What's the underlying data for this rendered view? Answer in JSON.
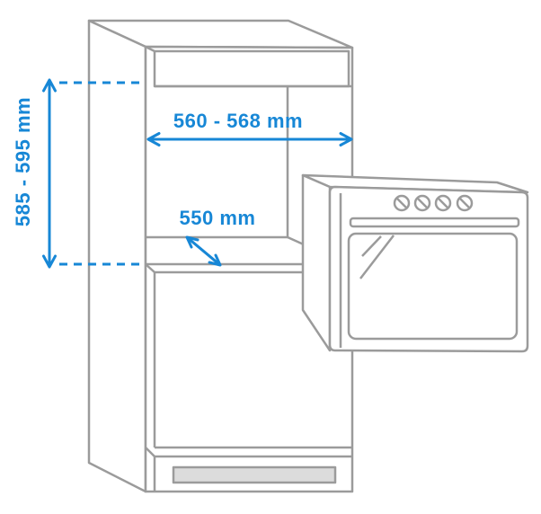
{
  "diagram": {
    "labels": {
      "niche_height": "585 - 595 mm",
      "niche_width": "560 - 568 mm",
      "niche_depth": "550 mm"
    },
    "colors": {
      "dimension_blue": "#1787d6",
      "line_gray": "#9b9b9b",
      "vent_fill": "#dcdcdc",
      "background": "#ffffff"
    }
  }
}
